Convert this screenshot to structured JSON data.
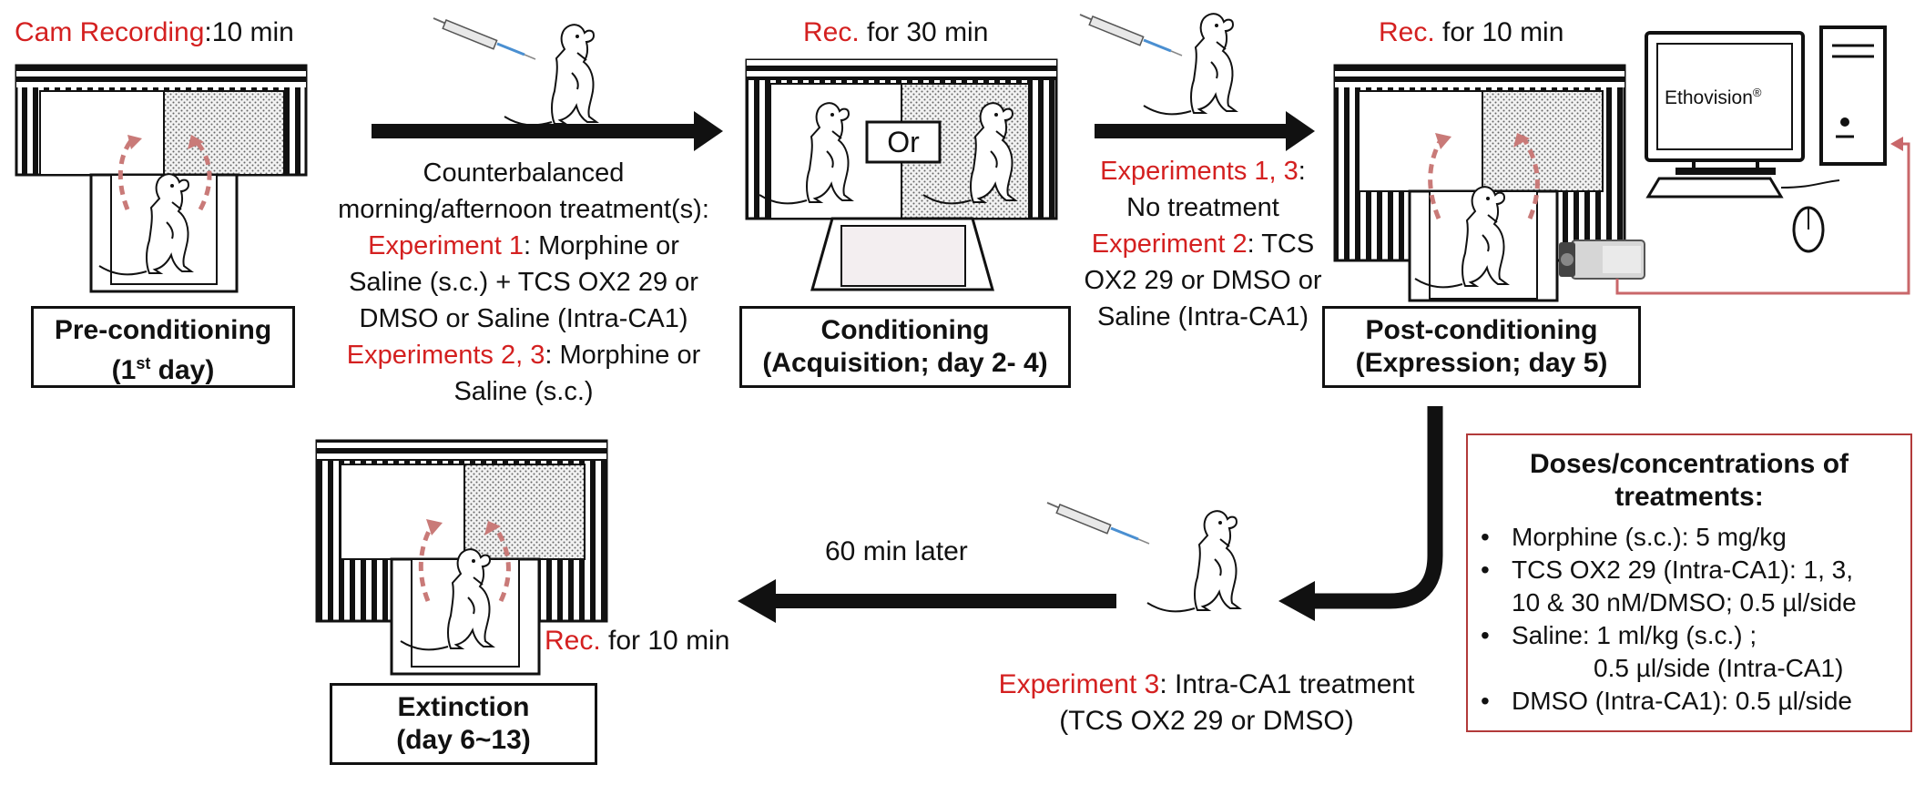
{
  "preconditioning": {
    "rec_label": "Cam Recording",
    "rec_duration": ":10  min",
    "title_line1": "Pre-conditioning",
    "title_line2_a": "(1",
    "title_line2_sup": "st",
    "title_line2_b": " day)"
  },
  "conditioning": {
    "rec_label": "Rec.",
    "rec_duration": " for 30 min",
    "or_label": "Or",
    "title_line1": "Conditioning",
    "title_line2": "(Acquisition; day 2- 4)",
    "treatment_lines": [
      {
        "red": "",
        "black": "Counterbalanced"
      },
      {
        "red": "",
        "black": "morning/afternoon treatment(s):"
      },
      {
        "red": "Experiment 1",
        "black": ": Morphine or"
      },
      {
        "red": "",
        "black": "Saline (s.c.) + TCS OX2 29 or"
      },
      {
        "red": "",
        "black": "DMSO or Saline (Intra-CA1)"
      },
      {
        "red": "Experiments 2, 3",
        "black": ": Morphine or"
      },
      {
        "red": "",
        "black": "Saline (s.c.)"
      }
    ]
  },
  "postconditioning": {
    "rec_label": "Rec.",
    "rec_duration": " for 10 min",
    "title_line1": "Post-conditioning",
    "title_line2": "(Expression; day 5)",
    "treatment_lines": [
      {
        "red": "Experiments 1, 3",
        "black": ":"
      },
      {
        "red": "",
        "black": "No treatment"
      },
      {
        "red": "Experiment 2",
        "black": ": TCS"
      },
      {
        "red": "",
        "black": "OX2 29 or DMSO or"
      },
      {
        "red": "",
        "black": "Saline (Intra-CA1)"
      }
    ],
    "software_label": "Ethovision",
    "software_mark": "®"
  },
  "extinction": {
    "rec_label": "Rec.",
    "rec_duration": " for 10 min",
    "delay_label": "60 min later",
    "title_line1": "Extinction",
    "title_line2": "(day 6~13)",
    "treatment_red": "Experiment 3",
    "treatment_black": ": Intra-CA1 treatment",
    "treatment_line2": "(TCS OX2 29 or DMSO)"
  },
  "doses": {
    "title_line1": "Doses/concentrations of",
    "title_line2": "treatments:",
    "items": [
      {
        "line1": "Morphine (s.c.): 5 mg/kg",
        "line2": ""
      },
      {
        "line1": "TCS OX2 29 (Intra-CA1): 1, 3,",
        "line2": "10 & 30 nM/DMSO; 0.5 µl/side"
      },
      {
        "line1": "Saline:  1 ml/kg (s.c.) ;",
        "line2": "0.5 µl/side (Intra-CA1)"
      },
      {
        "line1": "DMSO (Intra-CA1): 0.5 µl/side",
        "line2": ""
      }
    ]
  },
  "colors": {
    "accent_red": "#d42020",
    "arrow_pink": "#c97a78",
    "box_border_red": "#b23a3a"
  }
}
